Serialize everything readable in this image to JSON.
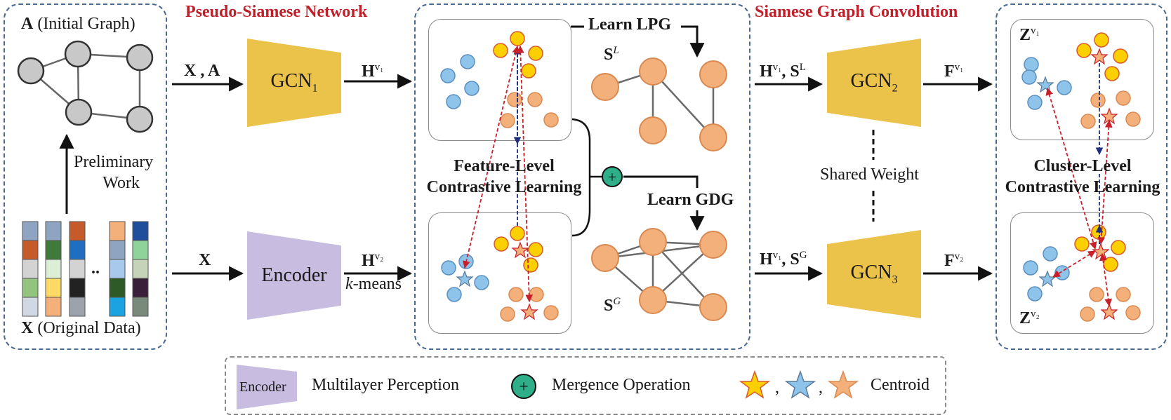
{
  "titles": {
    "pseudo_siamese": "Pseudo-Siamese Network",
    "siamese_gc": "Siamese Graph Convolution"
  },
  "input": {
    "graph_label_symbol": "A",
    "graph_label_text": "(Initial Graph)",
    "data_label_symbol": "X",
    "data_label_text": "(Original Data)",
    "preliminary_line1": "Preliminary",
    "preliminary_line2": "Work",
    "ellipsis": ".."
  },
  "arrows": {
    "x_a": "X , A",
    "x": "X",
    "h_v1_base": "H",
    "h_v1_sup": "v₁",
    "h_v2_base": "H",
    "h_v2_sup": "v₂",
    "kmeans_k": "k",
    "kmeans_rest": "-means",
    "h_s_l_base": "H",
    "h_s_l_sup": "v₁",
    "h_s_l_s": ", S",
    "h_s_l_s_sup": "L",
    "h_s_g_base": "H",
    "h_s_g_sup": "v₁",
    "h_s_g_s": ", S",
    "h_s_g_s_sup": "G",
    "f_v1_base": "F",
    "f_v1_sup": "v₁",
    "f_v2_base": "F",
    "f_v2_sup": "v₂"
  },
  "modules": {
    "gcn1": "GCN",
    "gcn1_sub": "1",
    "encoder": "Encoder",
    "gcn2": "GCN",
    "gcn2_sub": "2",
    "gcn3": "GCN",
    "gcn3_sub": "3",
    "shared_weight": "Shared Weight"
  },
  "middle": {
    "learn_lpg": "Learn LPG",
    "learn_gdg": "Learn GDG",
    "s_l": "S",
    "s_l_sup": "L",
    "s_g": "S",
    "s_g_sup": "G",
    "feature_line1": "Feature-Level",
    "feature_line2": "Contrastive Learning",
    "plus": "+"
  },
  "right": {
    "z_v1_base": "Z",
    "z_v1_sup": "v₁",
    "z_v2_base": "Z",
    "z_v2_sup": "v₂",
    "cluster_line1": "Cluster-Level",
    "cluster_line2": "Contrastive Learning"
  },
  "legend": {
    "encoder_label": "Encoder",
    "mlp": "Multilayer Perception",
    "plus": "+",
    "mergence": "Mergence Operation",
    "comma1": ",",
    "comma2": ",",
    "centroid": "Centroid"
  },
  "colors": {
    "panel_border": "#4a6990",
    "title_red": "#c0202a",
    "gcn_yellow": "#ebc24a",
    "encoder_purple": "#c8bde0",
    "node_gray": "#c8c8c8",
    "cluster_yellow": "#fcd000",
    "cluster_blue": "#8ec3ea",
    "cluster_orange": "#f3b07a",
    "merge_green": "#2fae8a",
    "arrow_red": "#c8202a",
    "arrow_navy": "#1f2f80"
  }
}
